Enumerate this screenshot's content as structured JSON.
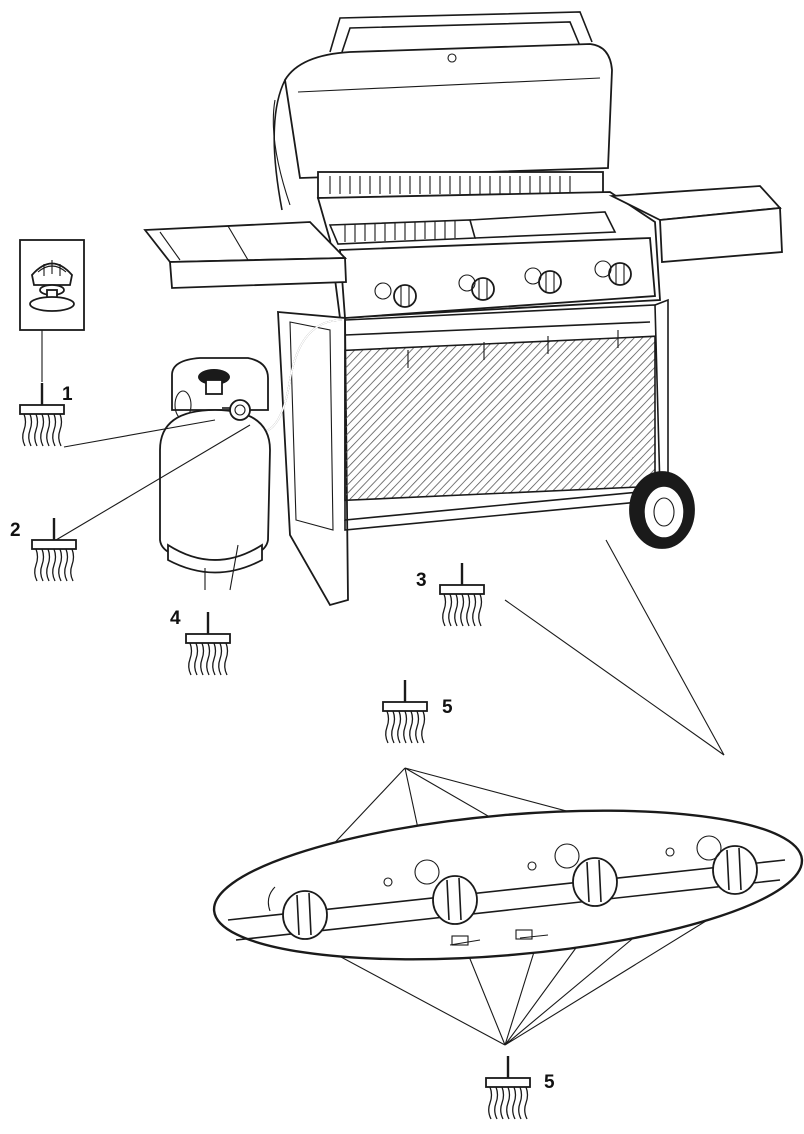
{
  "callouts": [
    {
      "id": "c1",
      "label": "1"
    },
    {
      "id": "c2",
      "label": "2"
    },
    {
      "id": "c3",
      "label": "3"
    },
    {
      "id": "c4",
      "label": "4"
    },
    {
      "id": "c5a",
      "label": "5"
    },
    {
      "id": "c5b",
      "label": "5"
    }
  ],
  "colors": {
    "ink": "#1a1a1a",
    "background": "#ffffff",
    "hatch": "#555555"
  }
}
